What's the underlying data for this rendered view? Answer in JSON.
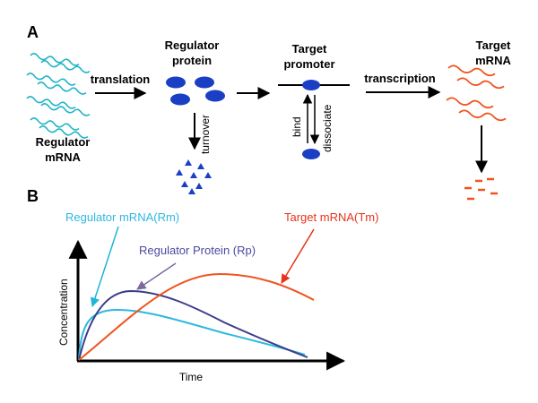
{
  "panel_a": {
    "letter": "A",
    "regulator_mrna": [
      "Regulator",
      "mRNA"
    ],
    "translation": "translation",
    "regulator_protein": [
      "Regulator",
      "protein"
    ],
    "turnover": "turnover",
    "target_promoter": [
      "Target",
      "promoter"
    ],
    "bind": "bind",
    "dissociate": "dissociate",
    "transcription": "transcription",
    "target_mrna": [
      "Target",
      "mRNA"
    ]
  },
  "panel_b": {
    "letter": "B",
    "ylabel": "Concentration",
    "xlabel": "Time",
    "labels": {
      "rm": "Regulator mRNA(Rm)",
      "rp": "Regulator Protein (Rp)",
      "tm": "Target mRNA(Tm)"
    }
  },
  "colors": {
    "regulator_mrna": "#1fb5c8",
    "protein": "#1b3fc4",
    "target": "#f0541e",
    "rp_curve": "#3c3c8c",
    "rp_label": "#4a4aa0",
    "rp_arrow": "#7a6aa0",
    "rm_curve": "#2eb8e0",
    "tm_curve": "#f0541e",
    "tm_label": "#e8321c"
  }
}
